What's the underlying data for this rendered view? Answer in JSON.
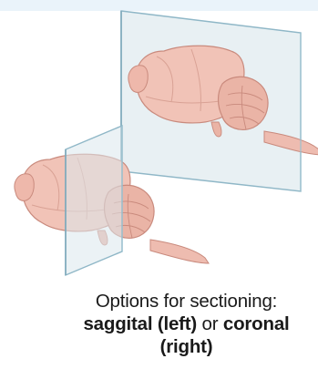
{
  "caption": {
    "line1": "Options for sectioning:",
    "sagittal": "saggital (left)",
    "connector": "or",
    "coronal": "coronal",
    "coronal_suffix": "(right)"
  },
  "colors": {
    "brain_fill": "#eebcb0",
    "brain_stroke": "#c98a7d",
    "plane_fill": "#d6e2e8",
    "plane_stroke": "#8fb7c7",
    "text": "#1a1a1a"
  }
}
